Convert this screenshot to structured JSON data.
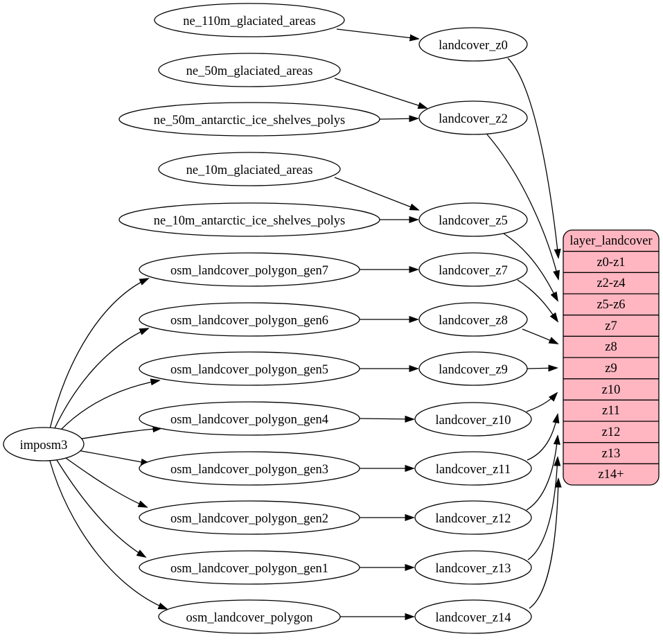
{
  "diagram": {
    "type": "flow-graph",
    "direction": "left-to-right",
    "colors": {
      "background": "#ffffff",
      "node_fill": "#ffffff",
      "node_stroke": "#000000",
      "edge": "#000000",
      "table_fill": "#ffb6c1",
      "text": "#000000"
    },
    "nodes": {
      "imposm3": "imposm3",
      "ne_110m_glaciated_areas": "ne_110m_glaciated_areas",
      "ne_50m_glaciated_areas": "ne_50m_glaciated_areas",
      "ne_50m_antarctic_ice_shelves_polys": "ne_50m_antarctic_ice_shelves_polys",
      "ne_10m_glaciated_areas": "ne_10m_glaciated_areas",
      "ne_10m_antarctic_ice_shelves_polys": "ne_10m_antarctic_ice_shelves_polys",
      "osm_landcover_polygon_gen7": "osm_landcover_polygon_gen7",
      "osm_landcover_polygon_gen6": "osm_landcover_polygon_gen6",
      "osm_landcover_polygon_gen5": "osm_landcover_polygon_gen5",
      "osm_landcover_polygon_gen4": "osm_landcover_polygon_gen4",
      "osm_landcover_polygon_gen3": "osm_landcover_polygon_gen3",
      "osm_landcover_polygon_gen2": "osm_landcover_polygon_gen2",
      "osm_landcover_polygon_gen1": "osm_landcover_polygon_gen1",
      "osm_landcover_polygon": "osm_landcover_polygon",
      "landcover_z0": "landcover_z0",
      "landcover_z2": "landcover_z2",
      "landcover_z5": "landcover_z5",
      "landcover_z7": "landcover_z7",
      "landcover_z8": "landcover_z8",
      "landcover_z9": "landcover_z9",
      "landcover_z10": "landcover_z10",
      "landcover_z11": "landcover_z11",
      "landcover_z12": "landcover_z12",
      "landcover_z13": "landcover_z13",
      "landcover_z14": "landcover_z14"
    },
    "table": {
      "title": "layer_landcover",
      "rows": [
        "z0-z1",
        "z2-z4",
        "z5-z6",
        "z7",
        "z8",
        "z9",
        "z10",
        "z11",
        "z12",
        "z13",
        "z14+"
      ]
    },
    "edges": [
      {
        "from": "imposm3",
        "to": "osm_landcover_polygon_gen7"
      },
      {
        "from": "imposm3",
        "to": "osm_landcover_polygon_gen6"
      },
      {
        "from": "imposm3",
        "to": "osm_landcover_polygon_gen5"
      },
      {
        "from": "imposm3",
        "to": "osm_landcover_polygon_gen4"
      },
      {
        "from": "imposm3",
        "to": "osm_landcover_polygon_gen3"
      },
      {
        "from": "imposm3",
        "to": "osm_landcover_polygon_gen2"
      },
      {
        "from": "imposm3",
        "to": "osm_landcover_polygon_gen1"
      },
      {
        "from": "imposm3",
        "to": "osm_landcover_polygon"
      },
      {
        "from": "ne_110m_glaciated_areas",
        "to": "landcover_z0"
      },
      {
        "from": "ne_50m_glaciated_areas",
        "to": "landcover_z2"
      },
      {
        "from": "ne_50m_antarctic_ice_shelves_polys",
        "to": "landcover_z2"
      },
      {
        "from": "ne_10m_glaciated_areas",
        "to": "landcover_z5"
      },
      {
        "from": "ne_10m_antarctic_ice_shelves_polys",
        "to": "landcover_z5"
      },
      {
        "from": "osm_landcover_polygon_gen7",
        "to": "landcover_z7"
      },
      {
        "from": "osm_landcover_polygon_gen6",
        "to": "landcover_z8"
      },
      {
        "from": "osm_landcover_polygon_gen5",
        "to": "landcover_z9"
      },
      {
        "from": "osm_landcover_polygon_gen4",
        "to": "landcover_z10"
      },
      {
        "from": "osm_landcover_polygon_gen3",
        "to": "landcover_z11"
      },
      {
        "from": "osm_landcover_polygon_gen2",
        "to": "landcover_z12"
      },
      {
        "from": "osm_landcover_polygon_gen1",
        "to": "landcover_z13"
      },
      {
        "from": "osm_landcover_polygon",
        "to": "landcover_z14"
      },
      {
        "from": "landcover_z0",
        "to": "layer_landcover:z0-z1"
      },
      {
        "from": "landcover_z2",
        "to": "layer_landcover:z2-z4"
      },
      {
        "from": "landcover_z5",
        "to": "layer_landcover:z5-z6"
      },
      {
        "from": "landcover_z7",
        "to": "layer_landcover:z7"
      },
      {
        "from": "landcover_z8",
        "to": "layer_landcover:z8"
      },
      {
        "from": "landcover_z9",
        "to": "layer_landcover:z9"
      },
      {
        "from": "landcover_z10",
        "to": "layer_landcover:z10"
      },
      {
        "from": "landcover_z11",
        "to": "layer_landcover:z11"
      },
      {
        "from": "landcover_z12",
        "to": "layer_landcover:z12"
      },
      {
        "from": "landcover_z13",
        "to": "layer_landcover:z13"
      },
      {
        "from": "landcover_z14",
        "to": "layer_landcover:z14+"
      }
    ]
  }
}
